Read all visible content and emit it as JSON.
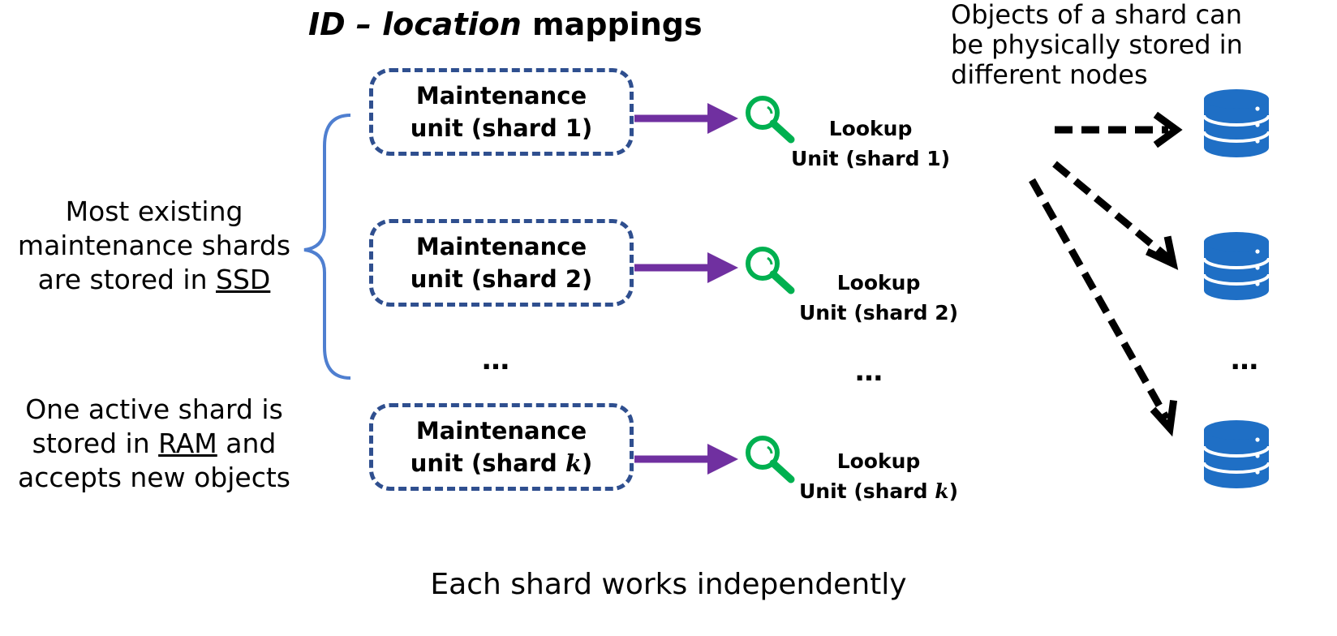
{
  "title": {
    "italic_part": "ID – location",
    "bold_part": " mappings"
  },
  "right_note": {
    "line1": "Objects of a shard can",
    "line2": "be physically stored in",
    "line3": "different nodes"
  },
  "left_note_ssd": {
    "line1": "Most existing",
    "line2": "maintenance shards",
    "line3_prefix": "are stored in ",
    "line3_underlined": "SSD"
  },
  "left_note_ram": {
    "line1": "One active shard is",
    "line2_prefix": "stored in ",
    "line2_underlined": "RAM",
    "line2_suffix": " and",
    "line3": "accepts new objects"
  },
  "maintenance_units": [
    {
      "line1": "Maintenance",
      "line2_prefix": "unit (shard ",
      "shard": "1",
      "line2_suffix": ")"
    },
    {
      "line1": "Maintenance",
      "line2_prefix": "unit (shard ",
      "shard": "2",
      "line2_suffix": ")"
    },
    {
      "line1": "Maintenance",
      "line2_prefix": "unit (shard ",
      "shard": "k",
      "line2_suffix": ")"
    }
  ],
  "lookup_units": [
    {
      "line1": "Lookup",
      "line2_prefix": "Unit (shard ",
      "shard": "1",
      "line2_suffix": ")"
    },
    {
      "line1": "Lookup",
      "line2_prefix": "Unit (shard ",
      "shard": "2",
      "line2_suffix": ")"
    },
    {
      "line1": "Lookup",
      "line2_prefix": "Unit (shard ",
      "shard": "k",
      "line2_suffix": ")"
    }
  ],
  "ellipsis": "…",
  "footer": "Each shard works independently",
  "icons": {
    "search": "search-icon",
    "database": "database-icon",
    "brace": "curly-brace"
  },
  "colors": {
    "box_border": "#2f4f8f",
    "arrow": "#7030a0",
    "search": "#00b050",
    "database": "#1f6fc5",
    "brace": "#4f7fd0"
  }
}
